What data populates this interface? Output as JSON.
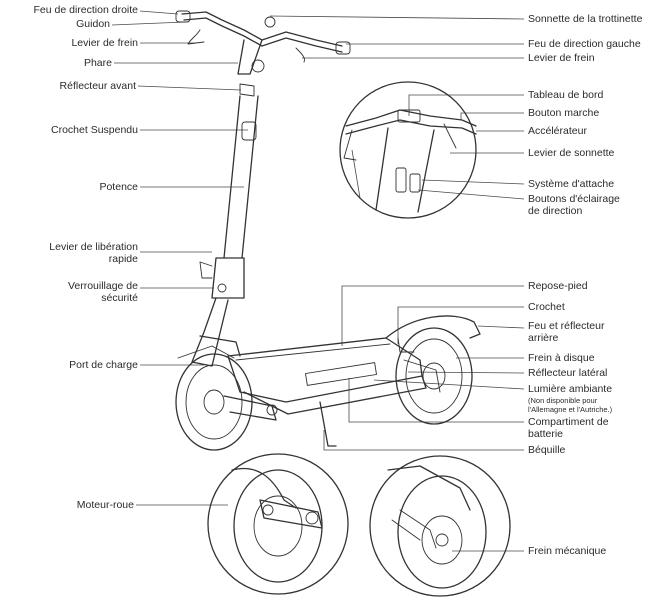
{
  "labels_left": {
    "feu_droite": "Feu de direction droite",
    "guidon": "Guidon",
    "levier_frein": "Levier de frein",
    "phare": "Phare",
    "reflecteur_avant": "Réflecteur avant",
    "crochet_suspendu": "Crochet Suspendu",
    "potence": "Potence",
    "levier_liberation_1": "Levier de libération",
    "levier_liberation_2": "rapide",
    "verrouillage_1": "Verrouillage de",
    "verrouillage_2": "sécurité",
    "port_charge": "Port de charge",
    "moteur_roue": "Moteur-roue"
  },
  "labels_right": {
    "sonnette": "Sonnette de la trottinette",
    "feu_gauche": "Feu de direction gauche",
    "levier_frein": "Levier de frein",
    "tableau_bord": "Tableau de bord",
    "bouton_marche": "Bouton marche",
    "accelerateur": "Accélérateur",
    "levier_sonnette": "Levier de sonnette",
    "systeme_attache": "Système d'attache",
    "boutons_eclairage_1": "Boutons d'éclairage",
    "boutons_eclairage_2": "de direction",
    "repose_pied": "Repose-pied",
    "crochet": "Crochet",
    "feu_arriere_1": "Feu et réflecteur",
    "feu_arriere_2": "arrière",
    "frein_disque": "Frein à disque",
    "reflecteur_lateral": "Réflecteur latéral",
    "lumiere_ambiante": "Lumière ambiante",
    "lumiere_note_1": "(Non disponible pour",
    "lumiere_note_2": "l'Allemagne et l'Autriche.)",
    "compartiment_1": "Compartiment de",
    "compartiment_2": "batterie",
    "bequille": "Béquille",
    "frein_mecanique": "Frein mécanique"
  },
  "colors": {
    "ink": "#333333",
    "leader": "#4a4a4a",
    "background": "#ffffff"
  }
}
